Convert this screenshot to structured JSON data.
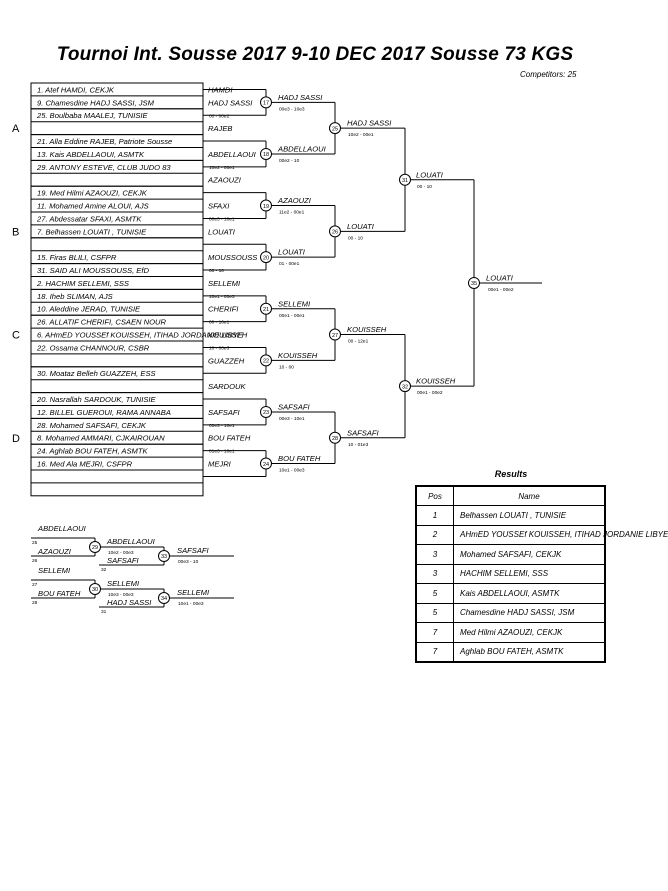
{
  "title": "Tournoi Int. Sousse 2017  9-10 DEC 2017  Sousse   73 KGS",
  "competitors": "Competitors: 25",
  "pools": [
    "A",
    "B",
    "C",
    "D"
  ],
  "round1": [
    {
      "entry": "1. Atef HAMDI, CEKJK",
      "winner": "HAMDI"
    },
    {
      "entry": "9. Chamesdine HADJ SASSI, JSM",
      "winner": "HADJ SASSI"
    },
    {
      "entry": "25. Boulbaba MAALEJ, TUNISIE",
      "winner": "",
      "score": "00 - 00e2"
    },
    {
      "entry": "",
      "winner": "RAJEB"
    },
    {
      "entry": "21. Alla Eddine RAJEB, Patriote Sousse",
      "winner": ""
    },
    {
      "entry": "13. Kais ABDELLAOUI, ASMTK",
      "winner": "ABDELLAOUI"
    },
    {
      "entry": "29. ANTONY ESTEVE, CLUB JUDO 83",
      "winner": "",
      "score": "10e2 - 00e1"
    },
    {
      "entry": "",
      "winner": "AZAOUZI"
    },
    {
      "entry": "19. Med Hilmi AZAOUZI, CEKJK",
      "winner": ""
    },
    {
      "entry": "11. Mohamed Amine ALOUI, AJS",
      "winner": "SFAXI"
    },
    {
      "entry": "27. Abdessatar SFAXI, ASMTK",
      "winner": "",
      "score": "00e3 - 10e1"
    },
    {
      "entry": "7. Belhassen LOUATI , TUNISIE",
      "winner": "LOUATI"
    },
    {
      "entry": "",
      "winner": ""
    },
    {
      "entry": "15. Firas BLILI, CSFPR",
      "winner": "MOUSSOUSS"
    },
    {
      "entry": "31. SAID ALI MOUSSOUSS, EfD",
      "winner": "",
      "score": "00 - 10"
    },
    {
      "entry": "2. HACHIM SELLEMI, SSS",
      "winner": "SELLEMI"
    },
    {
      "entry": "18. Iheb SLIMAN, AJS",
      "winner": "",
      "score": "10e1 - 00e3"
    },
    {
      "entry": "10. Aleddine JERAD, TUNISIE",
      "winner": "CHERIFI"
    },
    {
      "entry": "26. ALLATIF CHERIFI, CSAEN NOUR",
      "winner": "",
      "score": "00 - 10e1"
    },
    {
      "entry": "6. AHmED YOUSSEf KOUISSEH, ITIHAD JORDANIE LIBYE",
      "winner": "KOUISSEH"
    },
    {
      "entry": "22. Ossama CHANNOUR, CSBR",
      "winner": "",
      "score": "10 - 00e3"
    },
    {
      "entry": "",
      "winner": "GUAZZEH"
    },
    {
      "entry": "30. Moataz Belleh GUAZZEH, ESS",
      "winner": ""
    },
    {
      "entry": "",
      "winner": "SARDOUK"
    },
    {
      "entry": "20. Nasrallah SARDOUK, TUNISIE",
      "winner": ""
    },
    {
      "entry": "12. BILLEL GUEROUI, RAMA ANNABA",
      "winner": "SAFSAFI"
    },
    {
      "entry": "28. Mohamed SAFSAFI, CEKJK",
      "winner": "",
      "score": "00e3 - 10e1"
    },
    {
      "entry": "8. Mohamed AMMARI, CJKAIROUAN",
      "winner": "BOU FATEH"
    },
    {
      "entry": "24. Aghlab BOU FATEH, ASMTK",
      "winner": "",
      "score": "01e3 - 10e1"
    },
    {
      "entry": "16. Med Ala MEJRI, CSFPR",
      "winner": "MEJRI"
    },
    {
      "entry": "",
      "winner": ""
    }
  ],
  "round2": [
    {
      "num": "17",
      "winner": "HADJ SASSI",
      "score": "00e3 - 10e3"
    },
    {
      "num": "18",
      "winner": "ABDELLAOUI",
      "score": "00e2 - 10"
    },
    {
      "num": "19",
      "winner": "AZAOUZI",
      "score": "11e2 - 00e1"
    },
    {
      "num": "20",
      "winner": "LOUATI",
      "score": "01 - 00e1"
    },
    {
      "num": "21",
      "winner": "SELLEMI",
      "score": "00e1 - 00e1"
    },
    {
      "num": "22",
      "winner": "KOUISSEH",
      "score": "10 - 00"
    },
    {
      "num": "23",
      "winner": "SAFSAFI",
      "score": "00e3 - 10e1"
    },
    {
      "num": "24",
      "winner": "BOU FATEH",
      "score": "10e1 - 00e3"
    }
  ],
  "round3": [
    {
      "num": "25",
      "winner": "HADJ SASSI",
      "score": "10e2 - 00e1"
    },
    {
      "num": "26",
      "winner": "LOUATI",
      "score": "00 - 10"
    },
    {
      "num": "27",
      "winner": "KOUISSEH",
      "score": "00 - 12e1"
    },
    {
      "num": "28",
      "winner": "SAFSAFI",
      "score": "10 - 01e3"
    }
  ],
  "round4": [
    {
      "num": "31",
      "winner": "LOUATI",
      "score": "00 - 10"
    },
    {
      "num": "32",
      "winner": "KOUISSEH",
      "score": "00e1 - 00e2"
    }
  ],
  "final": {
    "num": "35",
    "winner": "LOUATI",
    "score": "00e1 - 00e2"
  },
  "repechage": [
    {
      "top": {
        "name": "ABDELLAOUI",
        "from": "25"
      },
      "bottom": {
        "name": "AZAOUZI",
        "from": "26"
      },
      "num": "29",
      "winner": "ABDELLAOUI",
      "score": "10e2 - 00e3",
      "other": {
        "name": "SAFSAFI",
        "from": "32"
      },
      "final_num": "33",
      "final_winner": "SAFSAFI",
      "final_score": "00e3 - 10"
    },
    {
      "top": {
        "name": "SELLEMI",
        "from": "27"
      },
      "bottom": {
        "name": "BOU FATEH",
        "from": "28"
      },
      "num": "30",
      "winner": "SELLEMI",
      "score": "10e3 - 00e3",
      "other": {
        "name": "HADJ SASSI",
        "from": "31"
      },
      "final_num": "34",
      "final_winner": "SELLEMI",
      "final_score": "10e1 - 00e3"
    }
  ],
  "results": {
    "title": "Results",
    "headers": {
      "pos": "Pos",
      "name": "Name"
    },
    "rows": [
      {
        "pos": "1",
        "name": "Belhassen LOUATI , TUNISIE"
      },
      {
        "pos": "2",
        "name": "AHmED YOUSSEf KOUISSEH, ITIHAD JORDANIE LIBYE"
      },
      {
        "pos": "3",
        "name": "Mohamed SAFSAFI, CEKJK"
      },
      {
        "pos": "3",
        "name": "HACHIM SELLEMI, SSS"
      },
      {
        "pos": "5",
        "name": "Kais ABDELLAOUI, ASMTK"
      },
      {
        "pos": "5",
        "name": "Chamesdine HADJ SASSI, JSM"
      },
      {
        "pos": "7",
        "name": "Med Hilmi AZAOUZI, CEKJK"
      },
      {
        "pos": "7",
        "name": "Aghlab BOU FATEH, ASMTK"
      }
    ]
  }
}
